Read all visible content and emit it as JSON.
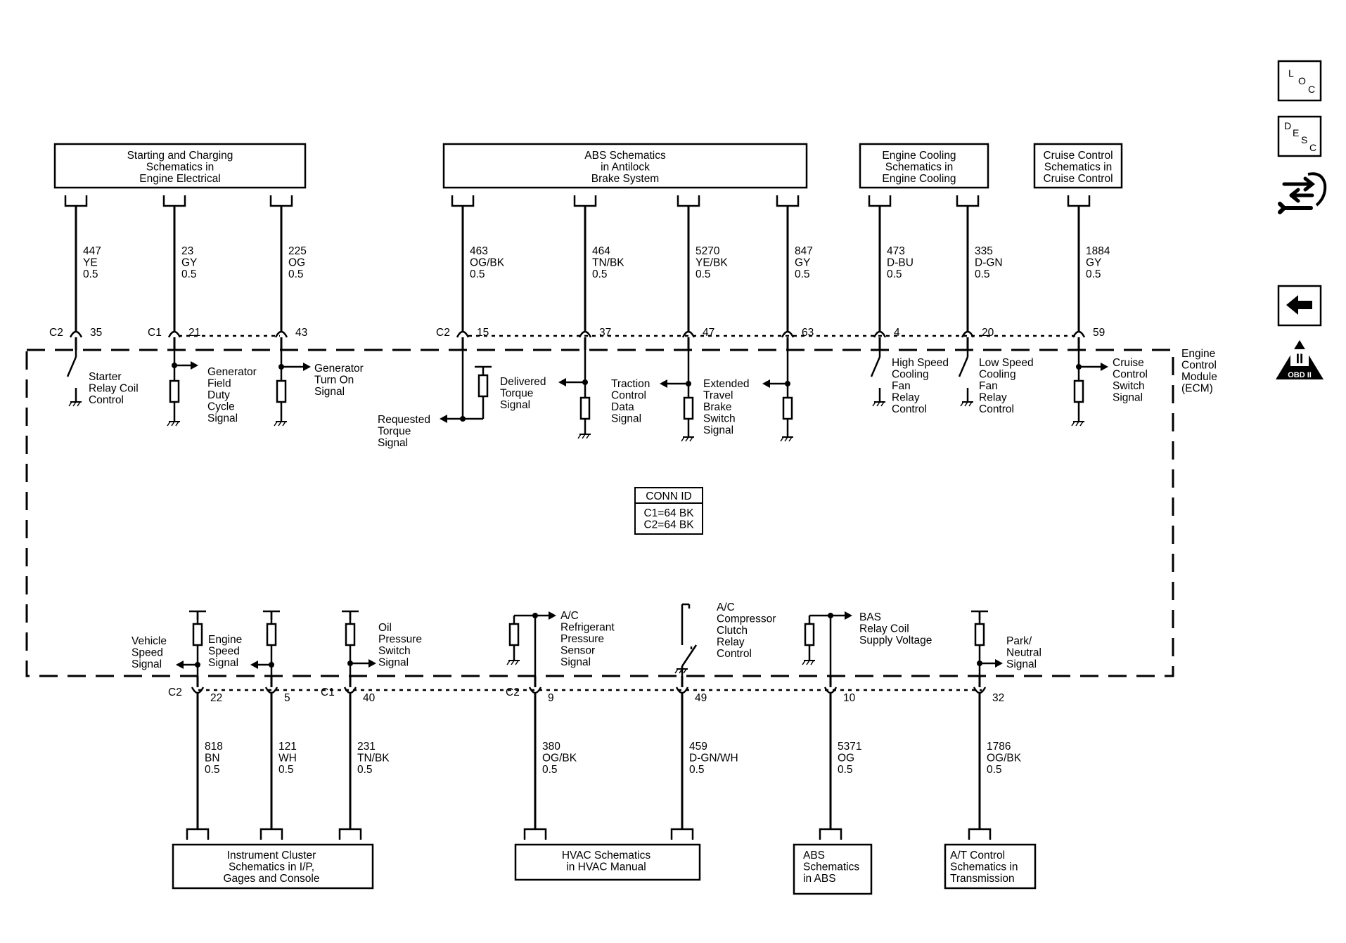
{
  "top_boxes": [
    {
      "lines": [
        "Starting and Charging",
        "Schematics in",
        "Engine Electrical"
      ]
    },
    {
      "lines": [
        "ABS Schematics",
        "in Antilock",
        "Brake System"
      ]
    },
    {
      "lines": [
        "Engine Cooling",
        "Schematics in",
        "Engine Cooling"
      ]
    },
    {
      "lines": [
        "Cruise Control",
        "Schematics in",
        "Cruise Control"
      ]
    }
  ],
  "bottom_boxes": [
    {
      "lines": [
        "Instrument Cluster",
        "Schematics in I/P,",
        "Gages and Console"
      ]
    },
    {
      "lines": [
        "HVAC Schematics",
        "in HVAC Manual"
      ]
    },
    {
      "lines": [
        "ABS",
        "Schematics",
        "in ABS"
      ]
    },
    {
      "lines": [
        "A/T Control",
        "Schematics in",
        "Transmission"
      ]
    }
  ],
  "top_wires": [
    {
      "circuit": "447",
      "color": "YE",
      "size": "0.5",
      "conn": "C2",
      "pin": "35"
    },
    {
      "circuit": "23",
      "color": "GY",
      "size": "0.5",
      "conn": "C1",
      "pin": "21"
    },
    {
      "circuit": "225",
      "color": "OG",
      "size": "0.5",
      "pin": "43"
    },
    {
      "circuit": "463",
      "color": "OG/BK",
      "size": "0.5",
      "conn": "C2",
      "pin": "15"
    },
    {
      "circuit": "464",
      "color": "TN/BK",
      "size": "0.5",
      "pin": "37"
    },
    {
      "circuit": "5270",
      "color": "YE/BK",
      "size": "0.5",
      "pin": "47"
    },
    {
      "circuit": "847",
      "color": "GY",
      "size": "0.5",
      "pin": "63"
    },
    {
      "circuit": "473",
      "color": "D-BU",
      "size": "0.5",
      "pin": "4"
    },
    {
      "circuit": "335",
      "color": "D-GN",
      "size": "0.5",
      "pin": "20"
    },
    {
      "circuit": "1884",
      "color": "GY",
      "size": "0.5",
      "pin": "59"
    }
  ],
  "bottom_wires": [
    {
      "circuit": "818",
      "color": "BN",
      "size": "0.5",
      "conn": "C2",
      "pin": "22"
    },
    {
      "circuit": "121",
      "color": "WH",
      "size": "0.5",
      "pin": "5"
    },
    {
      "circuit": "231",
      "color": "TN/BK",
      "size": "0.5",
      "conn": "C1",
      "pin": "40"
    },
    {
      "circuit": "380",
      "color": "OG/BK",
      "size": "0.5",
      "conn": "C2",
      "pin": "9"
    },
    {
      "circuit": "459",
      "color": "D-GN/WH",
      "size": "0.5",
      "pin": "49"
    },
    {
      "circuit": "5371",
      "color": "OG",
      "size": "0.5",
      "pin": "10"
    },
    {
      "circuit": "1786",
      "color": "OG/BK",
      "size": "0.5",
      "pin": "32"
    }
  ],
  "top_signals": [
    {
      "lines": [
        "Starter",
        "Relay Coil",
        "Control"
      ]
    },
    {
      "lines": [
        "Generator",
        "Field",
        "Duty",
        "Cycle",
        "Signal"
      ]
    },
    {
      "lines": [
        "Generator",
        "Turn On",
        "Signal"
      ]
    },
    {
      "lines": [
        "Requested",
        "Torque",
        "Signal"
      ]
    },
    {
      "lines": [
        "Delivered",
        "Torque",
        "Signal"
      ]
    },
    {
      "lines": [
        "Traction",
        "Control",
        "Data",
        "Signal"
      ]
    },
    {
      "lines": [
        "Extended",
        "Travel",
        "Brake",
        "Switch",
        "Signal"
      ]
    },
    {
      "lines": [
        "High Speed",
        "Cooling",
        "Fan",
        "Relay",
        "Control"
      ]
    },
    {
      "lines": [
        "Low Speed",
        "Cooling",
        "Fan",
        "Relay",
        "Control"
      ]
    },
    {
      "lines": [
        "Cruise",
        "Control",
        "Switch",
        "Signal"
      ]
    }
  ],
  "bottom_signals": [
    {
      "lines": [
        "Vehicle",
        "Speed",
        "Signal"
      ]
    },
    {
      "lines": [
        "Engine",
        "Speed",
        "Signal"
      ]
    },
    {
      "lines": [
        "Oil",
        "Pressure",
        "Switch",
        "Signal"
      ]
    },
    {
      "lines": [
        "A/C",
        "Refrigerant",
        "Pressure",
        "Sensor",
        "Signal"
      ]
    },
    {
      "lines": [
        "A/C",
        "Compressor",
        "Clutch",
        "Relay",
        "Control"
      ]
    },
    {
      "lines": [
        "BAS",
        "Relay Coil",
        "Supply Voltage"
      ]
    },
    {
      "lines": [
        "Park/",
        "Neutral",
        "Signal"
      ]
    }
  ],
  "module_label": {
    "lines": [
      "Engine",
      "Control",
      "Module",
      "(ECM)"
    ]
  },
  "conn_id": {
    "title": "CONN ID",
    "lines": [
      "C1=64 BK",
      "C2=64 BK"
    ]
  },
  "nav": {
    "loc": [
      "L",
      "O",
      "C"
    ],
    "desc": [
      "D",
      "E",
      "S",
      "C"
    ],
    "obd_numeral": "II",
    "obd_text": "OBD II"
  }
}
